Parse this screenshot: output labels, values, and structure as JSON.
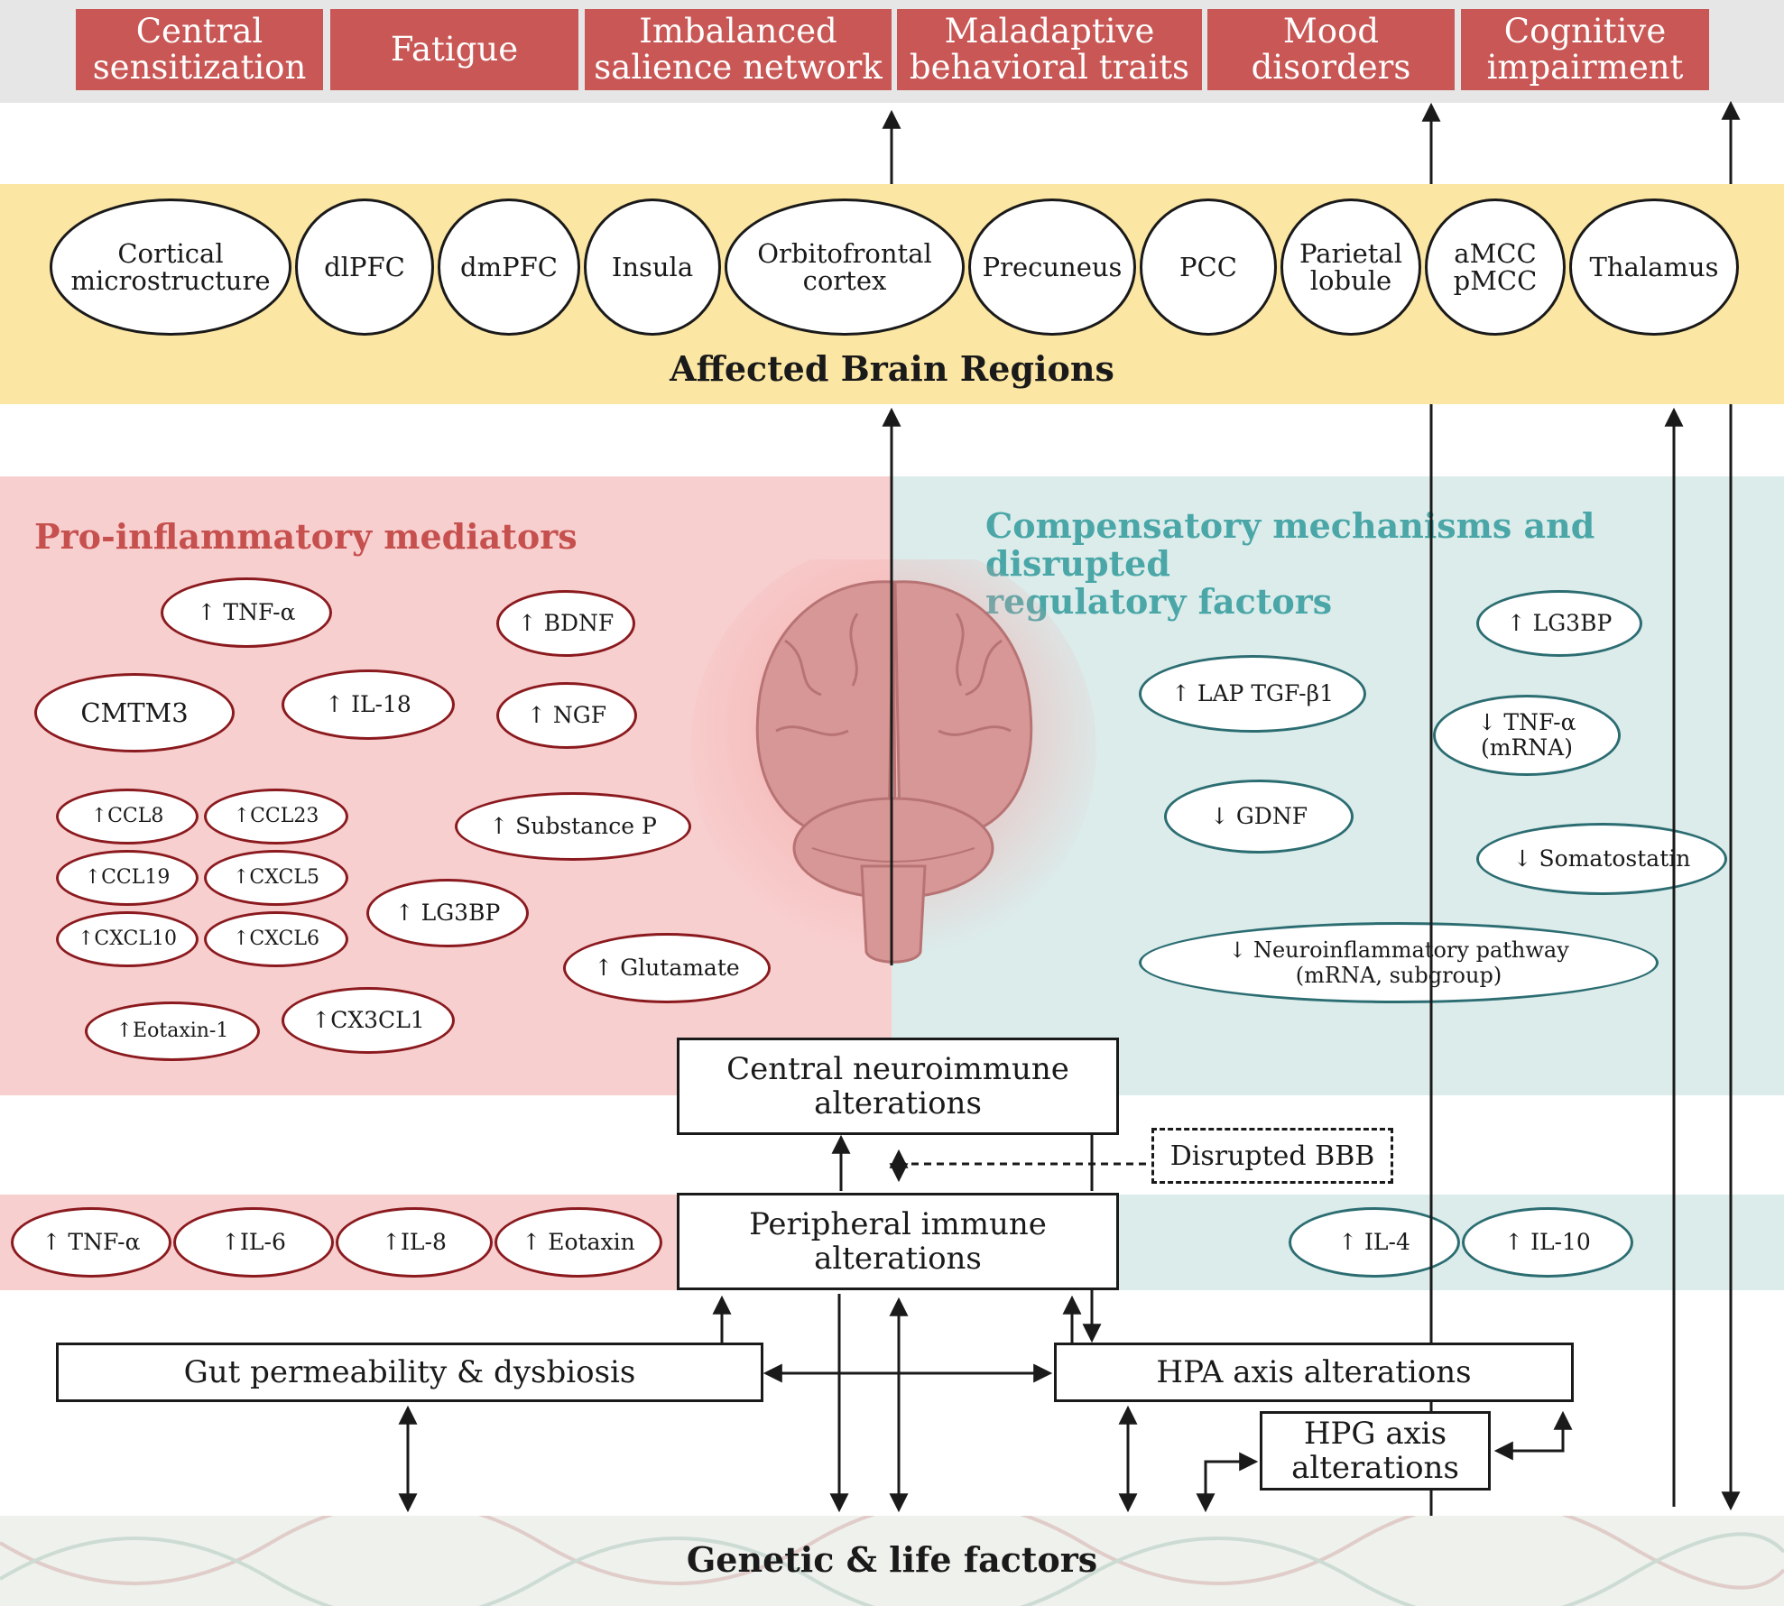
{
  "outcomes": [
    "Central\nsensitization",
    "Fatigue",
    "Imbalanced\nsalience network",
    "Maladaptive\nbehavioral traits",
    "Mood\ndisorders",
    "Cognitive\nimpairment"
  ],
  "brain_regions": {
    "title": "Affected Brain Regions",
    "items": [
      "Cortical\nmicrostructure",
      "dlPFC",
      "dmPFC",
      "Insula",
      "Orbitofrontal\ncortex",
      "Precuneus",
      "PCC",
      "Parietal\nlobule",
      "aMCC\npMCC",
      "Thalamus"
    ]
  },
  "pro_inflammatory": {
    "title": "Pro-inflammatory mediators",
    "items": [
      "↑ TNF-α",
      "CMTM3",
      "↑ IL-18",
      "↑ BDNF",
      "↑ NGF",
      "↑CCL8",
      "↑CCL23",
      "↑CCL19",
      "↑CXCL5",
      "↑CXCL10",
      "↑CXCL6",
      "↑Eotaxin-1",
      "↑CX3CL1",
      "↑ Substance P",
      "↑ LG3BP",
      "↑ Glutamate"
    ]
  },
  "compensatory": {
    "title": "Compensatory mechanisms and disrupted\nregulatory factors",
    "items": [
      "↑ LG3BP",
      "↑ LAP TGF-β1",
      "↓ TNF-α\n(mRNA)",
      "↓ GDNF",
      "↓ Somatostatin",
      "↓ Neuroinflammatory pathway\n(mRNA, subgroup)"
    ]
  },
  "peripheral_pro": [
    "↑ TNF-α",
    "↑IL-6",
    "↑IL-8",
    "↑ Eotaxin"
  ],
  "peripheral_anti": [
    "↑ IL-4",
    "↑ IL-10"
  ],
  "boxes": {
    "central": "Central neuroimmune\nalterations",
    "disrupted_bbb": "Disrupted BBB",
    "peripheral": "Peripheral immune\nalterations",
    "gut": "Gut permeability & dysbiosis",
    "hpa": "HPA axis alterations",
    "hpg": "HPG axis\nalterations"
  },
  "genetic": "Genetic & life factors",
  "colors": {
    "outcome_fill": "#c85755",
    "brain_band": "#fbe6a4",
    "pro_panel": "#f8cfcf",
    "pro_border": "#8b1a1f",
    "comp_panel": "#dbeceb",
    "comp_border": "#2c6d72",
    "pro_title": "#c6504e",
    "comp_title": "#4aa6a7"
  },
  "icons": [
    "brain-icon",
    "neuron-icon",
    "dna-icon"
  ]
}
